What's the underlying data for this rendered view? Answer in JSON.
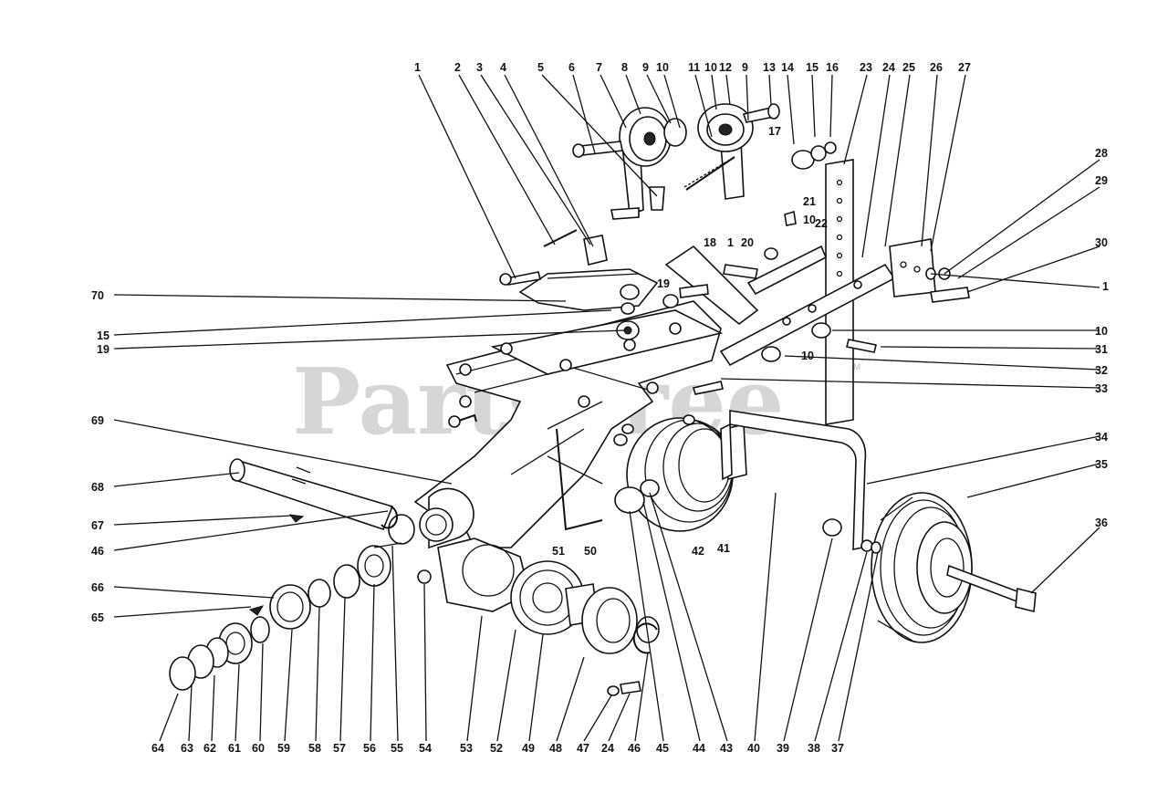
{
  "watermark": {
    "text": "PartsTree",
    "trademark": "TM"
  },
  "callouts": {
    "top": [
      "1",
      "2",
      "3",
      "4",
      "5",
      "6",
      "7",
      "8",
      "9",
      "10",
      "11",
      "10",
      "12",
      "9",
      "13",
      "14",
      "15",
      "16",
      "23",
      "24",
      "25",
      "26",
      "27"
    ],
    "bottom": [
      "64",
      "63",
      "62",
      "61",
      "60",
      "59",
      "58",
      "57",
      "56",
      "55",
      "54",
      "53",
      "52",
      "49",
      "48",
      "47",
      "24",
      "46",
      "45",
      "44",
      "43",
      "40",
      "39",
      "38",
      "37"
    ],
    "left": [
      "70",
      "15",
      "19",
      "69",
      "68",
      "67",
      "46",
      "66",
      "65"
    ],
    "right": [
      "28",
      "29",
      "30",
      "1",
      "10",
      "31",
      "32",
      "33",
      "34",
      "35",
      "36"
    ],
    "inner": [
      "17",
      "21",
      "10",
      "22",
      "18",
      "1",
      "20",
      "19",
      "10",
      "51",
      "50",
      "42",
      "41"
    ]
  }
}
